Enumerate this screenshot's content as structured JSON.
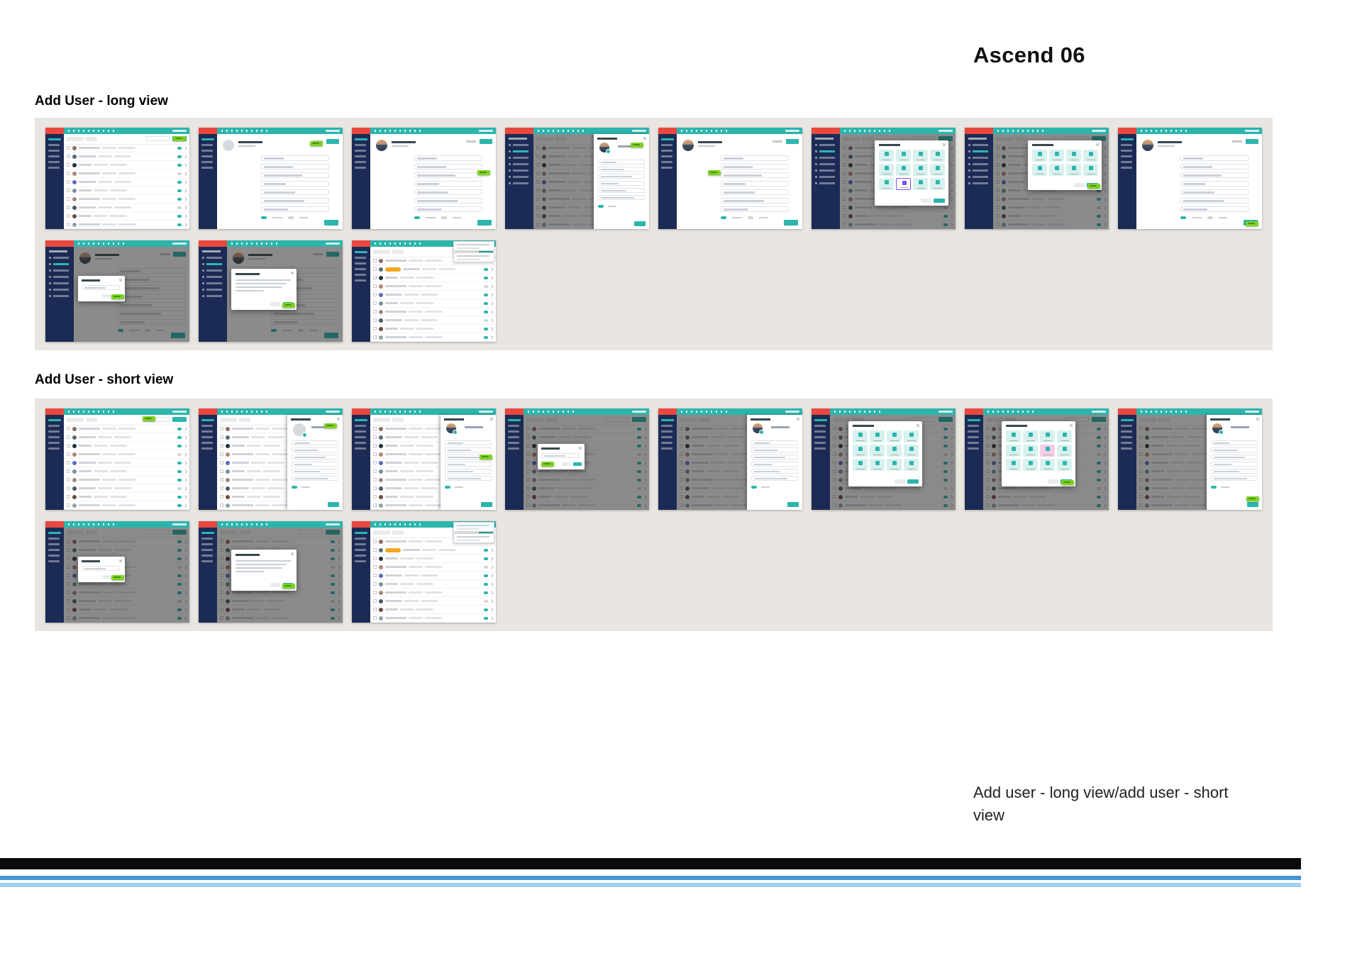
{
  "page": {
    "title": "Ascend 06",
    "caption": "Add user - long view/add user - short view"
  },
  "sections": [
    {
      "heading": "Add User - long view",
      "thumbnails": [
        {
          "name": "users-list",
          "base": "list",
          "badge": "top-right"
        },
        {
          "name": "add-user-empty",
          "base": "form",
          "avatar": "gray",
          "badge": "header-right"
        },
        {
          "name": "add-user-details",
          "base": "form",
          "avatar": "photo",
          "badge": "mid-right"
        },
        {
          "name": "add-user-panel",
          "base": "list",
          "wideSidebar": true,
          "dim": true,
          "panel": "drawer",
          "avatar": "photo",
          "badge": "drawer-top"
        },
        {
          "name": "add-user-form",
          "base": "form",
          "avatar": "photo",
          "badge": "mid-left"
        },
        {
          "name": "edit-apps",
          "base": "list",
          "wideSidebar": true,
          "dim": true,
          "panel": "tiles",
          "tilesPos": "right",
          "tilesRows": 3,
          "purpleTile": true
        },
        {
          "name": "edit-apps-selected",
          "base": "list",
          "wideSidebar": true,
          "dim": true,
          "panel": "tiles",
          "tilesPos": "right",
          "tilesRows": 2,
          "badge": "modal-br"
        },
        {
          "name": "add-user-confirm",
          "base": "form",
          "avatar": "photo",
          "badge": "bottom-right"
        },
        {
          "name": "save-changes-dialog",
          "base": "form",
          "avatar": "photo",
          "wideSidebar": true,
          "dim": true,
          "panel": "modal-small",
          "badge": "modal-btn"
        },
        {
          "name": "set-password-dialog",
          "base": "form",
          "avatar": "photo",
          "wideSidebar": true,
          "dim": true,
          "panel": "modal-text",
          "badge": "modal-btn"
        },
        {
          "name": "users-list-updated",
          "base": "list",
          "highlightRow": true,
          "tooltips": true
        }
      ]
    },
    {
      "heading": "Add User - short view",
      "thumbnails": [
        {
          "name": "users-list",
          "base": "list",
          "badge": "toolbar"
        },
        {
          "name": "drawer-empty",
          "base": "list",
          "panel": "drawer",
          "avatar": "gray",
          "badge": "drawer-top"
        },
        {
          "name": "drawer-details",
          "base": "list",
          "panel": "drawer",
          "avatar": "photo",
          "badge": "drawer-mid"
        },
        {
          "name": "edit-user-dialog",
          "base": "list",
          "dim": true,
          "panel": "modal-small",
          "badge": "modal-left"
        },
        {
          "name": "drawer-form",
          "base": "list",
          "dim": true,
          "panel": "drawer",
          "avatar": "photo"
        },
        {
          "name": "edit-apps",
          "base": "list",
          "dim": true,
          "panel": "tiles",
          "tilesPos": "center",
          "tilesRows": 3
        },
        {
          "name": "edit-apps-selected",
          "base": "list",
          "dim": true,
          "panel": "tiles",
          "tilesPos": "center",
          "tilesRows": 3,
          "badge": "modal-br",
          "accentTile": true
        },
        {
          "name": "drawer-confirm",
          "base": "list",
          "dim": true,
          "panel": "drawer",
          "avatar": "photo",
          "badge": "drawer-bottom"
        },
        {
          "name": "save-changes-dialog",
          "base": "list",
          "dim": true,
          "panel": "modal-small",
          "badge": "modal-btn"
        },
        {
          "name": "set-password-dialog",
          "base": "list",
          "dim": true,
          "panel": "modal-text",
          "badge": "modal-btn"
        },
        {
          "name": "users-list-updated",
          "base": "list",
          "highlightRow": true,
          "tooltips": true
        }
      ]
    }
  ],
  "colors": {
    "teal": "#2cb5ad",
    "navy": "#1c2b55",
    "red": "#e8483f",
    "green": "#7ed321",
    "yellow": "#f5a623",
    "panel": "#e9e6e2"
  },
  "footer": {
    "stripes": [
      "#0b0b0b",
      "#4596d2",
      "#a4cfec"
    ]
  }
}
